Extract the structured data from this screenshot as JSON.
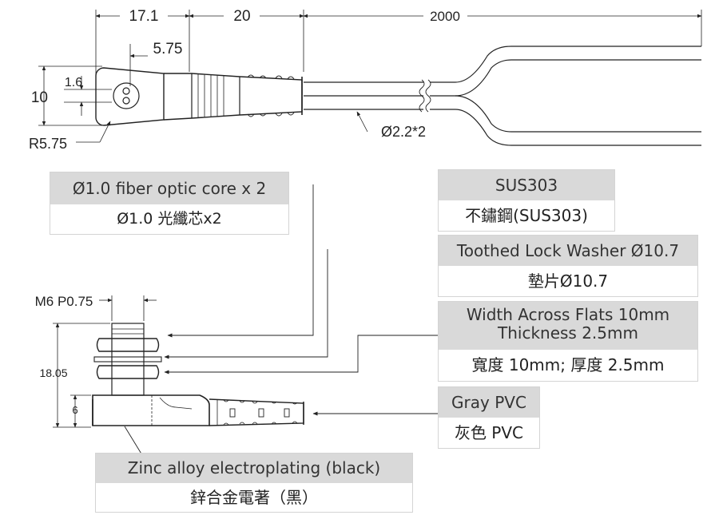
{
  "top_view": {
    "dim_17_1": "17.1",
    "dim_20": "20",
    "dim_2000": "2000",
    "dim_5_75": "5.75",
    "dim_1_6": "1.6",
    "dim_10": "10",
    "dim_r5_75": "R5.75",
    "dim_cable": "Ø2.2*2"
  },
  "side_view": {
    "dim_thread": "M6 P0.75",
    "dim_height": "18.05",
    "dim_6": "6"
  },
  "labels": {
    "fiber": {
      "en": "Ø1.0 fiber optic core x 2",
      "zh": "Ø1.0 光纖芯x2"
    },
    "sus": {
      "en": "SUS303",
      "zh": "不鏽鋼(SUS303)"
    },
    "washer": {
      "en": "Toothed Lock Washer Ø10.7",
      "zh": "墊片Ø10.7"
    },
    "nut": {
      "en_line1": "Width Across Flats 10mm",
      "en_line2": "Thickness 2.5mm",
      "zh": "寬度 10mm; 厚度 2.5mm"
    },
    "pvc": {
      "en": "Gray PVC",
      "zh": "灰色 PVC"
    },
    "zinc": {
      "en": "Zinc alloy electroplating (black)",
      "zh": "鋅合金電著（黑）"
    }
  }
}
